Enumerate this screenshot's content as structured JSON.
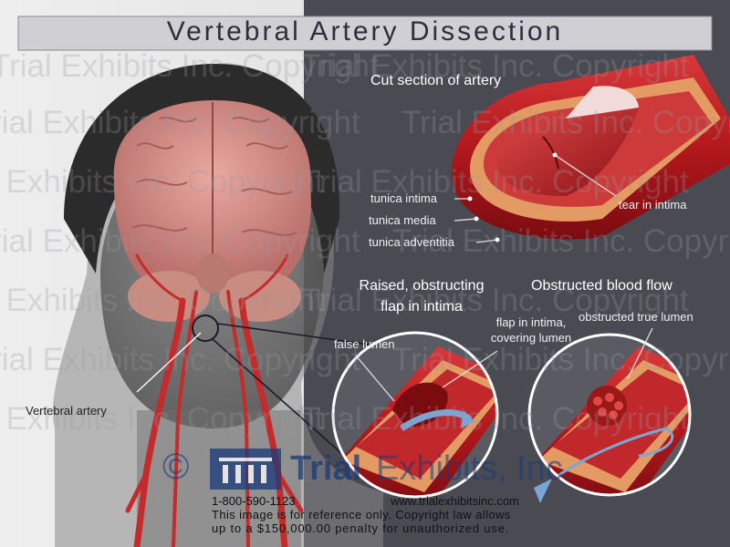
{
  "title": "Vertebral Artery Dissection",
  "sections": {
    "cut_section": "Cut section of artery",
    "raised_flap": [
      "Raised, obstructing",
      "flap in intima"
    ],
    "obstructed_flow": "Obstructed blood flow"
  },
  "labels": {
    "tunica_intima": "tunica intima",
    "tunica_media": "tunica media",
    "tunica_adventitia": "tunica adventitia",
    "tear_in_intima": "tear in intima",
    "false_lumen": "false lumen",
    "flap_covering": [
      "flap in intima,",
      "covering lumen"
    ],
    "obstructed_true_lumen": "obstructed true lumen",
    "vertebral_artery": "Vertebral artery"
  },
  "watermark": {
    "text": "Trial Exhibits Inc. Copyright",
    "logo_symbol": "©",
    "logo_part1": "Trial",
    "logo_part2": "Exhibits, Inc.",
    "phone": "1-800-590-1123",
    "url": "www.trialexhibitsinc.com",
    "notice_line1": "This image is for reference only. Copyright law allows",
    "notice_line2": "up to a $150,000.00 penalty for unauthorized use."
  },
  "colors": {
    "title_bar": "#cfcfd4",
    "dark_panel": "#4a4a52",
    "artery_red": "#c4262a",
    "wall_orange": "#e39a63",
    "brain_pink": "#cf8c86",
    "logo_blue": "#1a3a78",
    "flow_arrow": "#7aa6d6"
  }
}
